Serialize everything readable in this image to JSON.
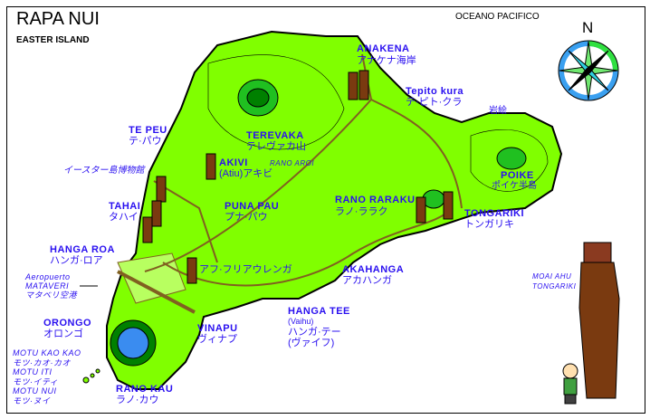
{
  "title": "RAPA NUI",
  "subtitle": "EASTER ISLAND",
  "ocean": "OCEANO PACIFICO",
  "north": "N",
  "colors": {
    "land": "#80ff00",
    "label": "#2a10f0",
    "moai": "#7a3a10",
    "crater_water": "#3a8cf0"
  },
  "places": {
    "anakena": {
      "name": "ANAKENA",
      "jp": "アナケナ海岸"
    },
    "tepito": {
      "name": "Tepito kura",
      "jp": "テ·ピト·クラ"
    },
    "petroglyph": {
      "jp": "岩絵"
    },
    "tepeu": {
      "name": "TE PEU",
      "jp": "テ·パウ"
    },
    "museum": {
      "jp": "イースター島博物館"
    },
    "tahai": {
      "name": "TAHAI",
      "jp": "タハイ"
    },
    "hangaroa": {
      "name": "HANGA ROA",
      "jp": "ハンガ·ロア"
    },
    "airport": {
      "line1": "Aeropuerto",
      "line2": "MATAVERI",
      "jp": "マタベリ空港"
    },
    "orongo": {
      "name": "ORONGO",
      "jp": "オロンゴ"
    },
    "motus": [
      "MOTU KAO KAO",
      "モツ·カオ·カオ",
      "MOTU ITI",
      "モツ·イティ",
      "MOTU NUI",
      "モツ·ヌイ"
    ],
    "ranokau": {
      "name": "RANO KAU",
      "jp": "ラノ·カウ"
    },
    "vinapu": {
      "name": "VINAPU",
      "jp": "ヴィナプ"
    },
    "hangatee": {
      "name": "HANGA TEE",
      "alt": "(Vaihu)",
      "jp": "ハンガ·テー",
      "jp_alt": "(ヴァイフ)"
    },
    "akahanga": {
      "name": "AKAHANGA",
      "jp": "アカハンガ"
    },
    "terevaka": {
      "name": "TEREVAKA",
      "jp": "テレヴァカ山"
    },
    "akivi": {
      "name": "AKIVI",
      "jp": "(Atiu)アキビ"
    },
    "ranoaroi": {
      "name": "RANO AROI"
    },
    "punapau": {
      "name": "PUNA PAU",
      "jp": "プナ·パウ"
    },
    "huriurenga": {
      "jp": "アフ·フリアウレンガ"
    },
    "ranoraraku": {
      "name": "RANO RARAKU",
      "jp": "ラノ·ララク"
    },
    "tongariki": {
      "name": "TONGARIKI",
      "jp": "トンガリキ"
    },
    "poike": {
      "name": "POIKE",
      "jp": "ポイケ半島"
    },
    "moai_caption": {
      "line1": "MOAI AHU",
      "line2": "TONGARIKI"
    }
  }
}
